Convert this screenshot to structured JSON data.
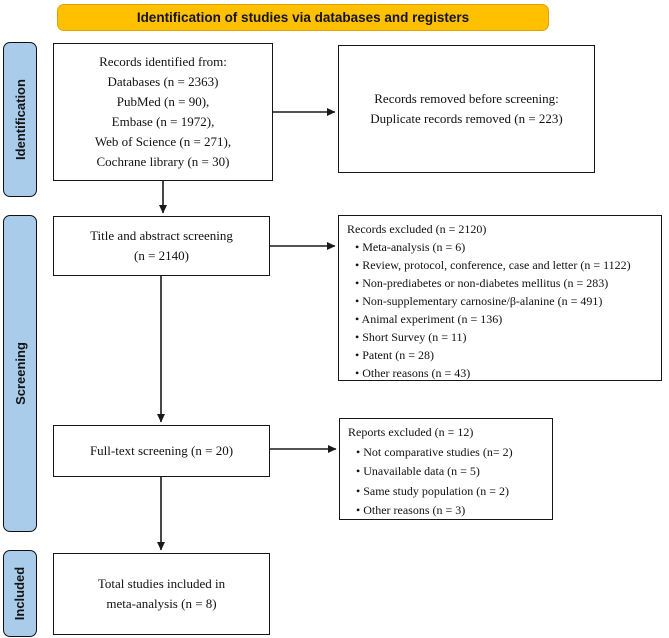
{
  "banner": {
    "label": "Identification of studies via databases and registers"
  },
  "bullet_char": "•",
  "stages": {
    "identification": {
      "label": "Identification"
    },
    "screening": {
      "label": "Screening"
    },
    "included": {
      "label": "Included"
    }
  },
  "boxes": {
    "records_identified": {
      "lines": [
        "Records identified from:",
        "Databases (n = 2363)",
        "PubMed (n = 90),",
        "Embase (n = 1972),",
        "Web of Science (n = 271),",
        "Cochrane library (n = 30)"
      ]
    },
    "records_removed": {
      "lines": [
        "Records removed before screening:",
        "Duplicate records removed  (n = 223)"
      ]
    },
    "title_abstract_screening": {
      "lines": [
        "Title and abstract screening",
        "(n = 2140)"
      ]
    },
    "records_excluded": {
      "title": "Records excluded (n = 2120)",
      "items": [
        "Meta-analysis (n = 6)",
        "Review, protocol, conference, case and letter (n = 1122)",
        "Non-prediabetes or non-diabetes mellitus (n = 283)",
        "Non-supplementary carnosine/β-alanine (n = 491)",
        "Animal experiment (n = 136)",
        "Short Survey (n = 11)",
        "Patent (n = 28)",
        "Other reasons (n = 43)"
      ]
    },
    "full_text_screening": {
      "lines": [
        "Full-text screening (n = 20)"
      ]
    },
    "reports_excluded": {
      "title": "Reports excluded (n = 12)",
      "items": [
        "Not comparative studies (n= 2)",
        "Unavailable data (n = 5)",
        "Same study population (n = 2)",
        "Other reasons (n = 3)"
      ]
    },
    "total_included": {
      "lines": [
        "Total studies included in",
        "meta-analysis (n = 8)"
      ]
    }
  },
  "colors": {
    "banner_fill": "#FFC000",
    "banner_border": "#DFA100",
    "stage_tab_fill": "#A9CCEA",
    "box_border": "#161616",
    "connector": "#1a1a1a"
  }
}
